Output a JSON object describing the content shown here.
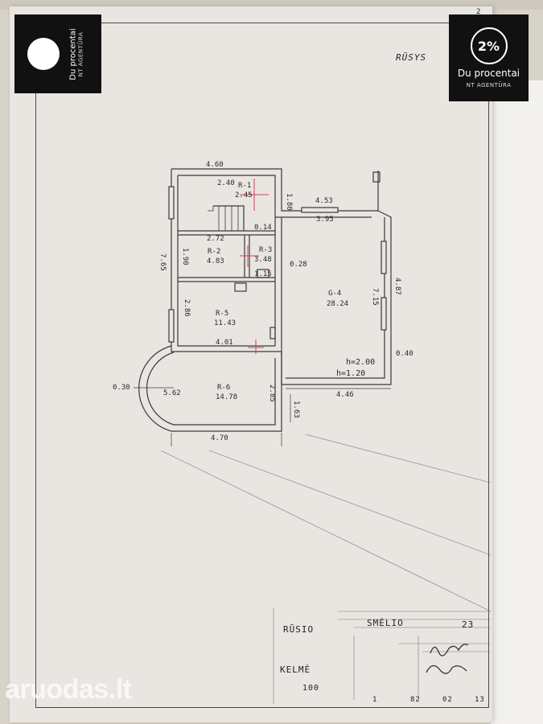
{
  "logos": {
    "left": {
      "name": "Du procentai",
      "sub": "NT AGENTŪRA"
    },
    "right": {
      "name": "Du procentai",
      "sub": "NT AGENTŪRA",
      "badge": "2%"
    }
  },
  "sheet": {
    "page_mark": "2",
    "heading": "RŪSYS",
    "footer": {
      "left_top": "RŪSIO",
      "center_top": "SMĖLIO",
      "right_top": "23",
      "left_bottom": "KELMĖ",
      "number_100": "100",
      "numbers": [
        "1",
        "82",
        "02",
        "13"
      ]
    }
  },
  "plan": {
    "dimensions": [
      "4.60",
      "2.40",
      "1.80",
      "4.53",
      "3.95",
      "0.14",
      "2.72",
      "1.90",
      "7.65",
      "0.28",
      "2.86",
      "7.15",
      "4.87",
      "1.15",
      "4.01",
      "0.40",
      "0.30",
      "5.62",
      "2.85",
      "1.63",
      "4.46",
      "4.70"
    ],
    "rooms": [
      {
        "id": "R-1",
        "area": "2.45"
      },
      {
        "id": "R-2",
        "area": "4.83"
      },
      {
        "id": "R-3",
        "area": "3.48"
      },
      {
        "id": "G-4",
        "area": "28.24"
      },
      {
        "id": "R-5",
        "area": "11.43"
      },
      {
        "id": "R-6",
        "area": "14.78"
      }
    ],
    "heights": [
      "h=2.00",
      "h=1.20"
    ]
  },
  "watermark": "aruodas.lt"
}
